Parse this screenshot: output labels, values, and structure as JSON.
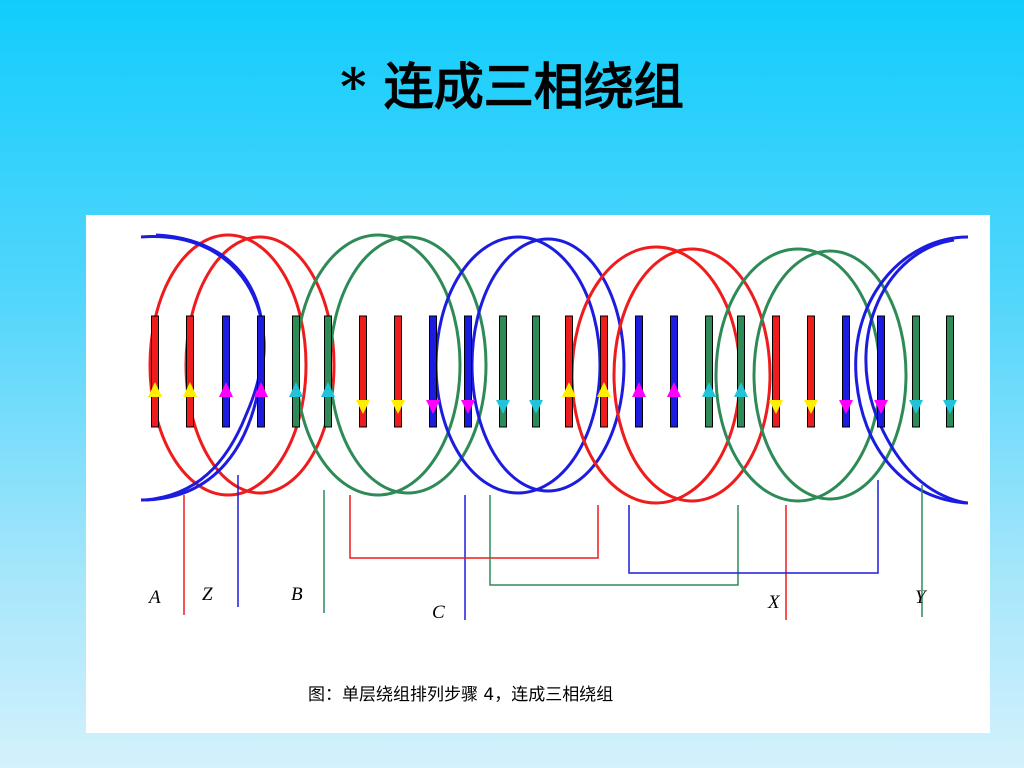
{
  "slide": {
    "title": "* 连成三相绕组"
  },
  "diagram": {
    "caption": "图：单层绕组排列步骤 4，连成三相绕组",
    "terminal_labels": [
      "A",
      "Z",
      "B",
      "C",
      "X",
      "Y"
    ],
    "colors": {
      "phase_a": "#ee1c1c",
      "phase_b": "#1c1ce0",
      "phase_c": "#2e8b57",
      "arrow_yellow": "#ffee00",
      "arrow_magenta": "#ff00ff",
      "arrow_cyan": "#22c3d8"
    }
  }
}
